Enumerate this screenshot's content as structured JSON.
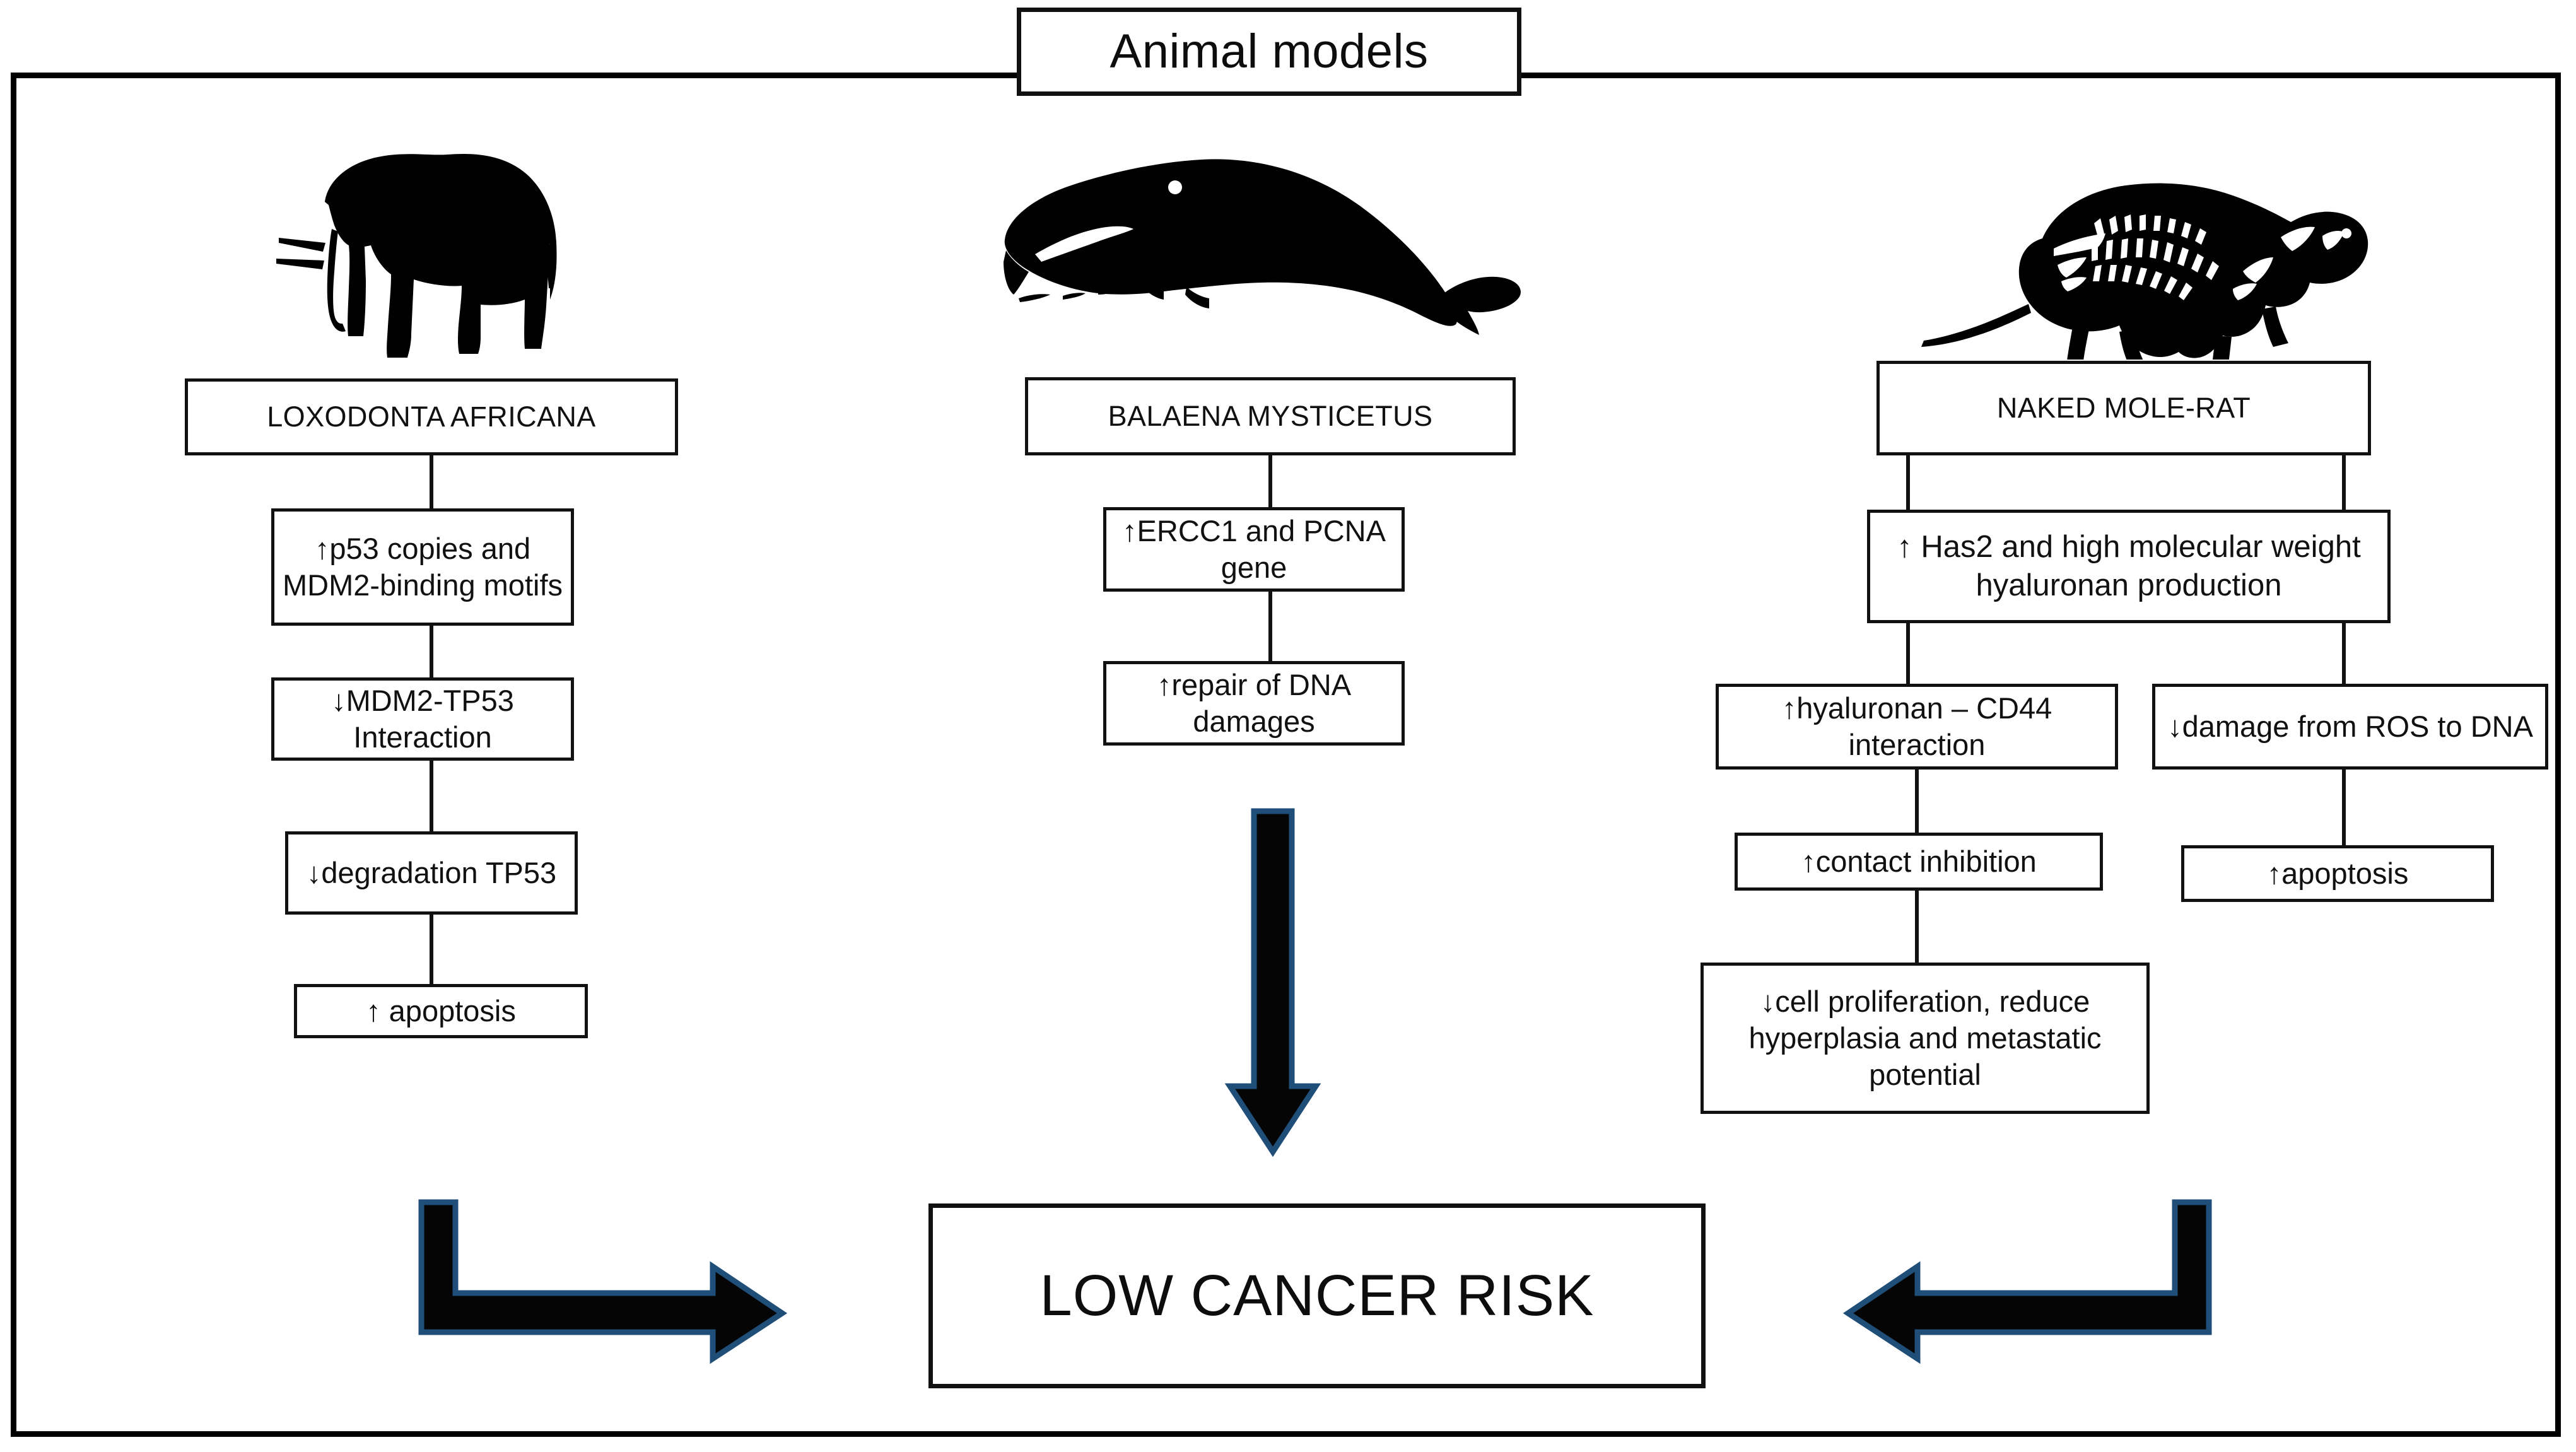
{
  "title": {
    "label": "Animal models"
  },
  "colors": {
    "ink": "#111111",
    "arrow_fill": "#050505",
    "arrow_stroke": "#1f4e79",
    "background": "#ffffff"
  },
  "columns": [
    {
      "id": "elephant",
      "species_label": "LOXODONTA AFRICANA",
      "animal_icon": "elephant-silhouette",
      "steps": [
        {
          "id": "p53",
          "text": "↑p53 copies and MDM2-binding motifs"
        },
        {
          "id": "mdm2-tp53",
          "text": "↓MDM2-TP53 Interaction"
        },
        {
          "id": "degradation",
          "text": "↓degradation TP53"
        },
        {
          "id": "apoptosis",
          "text": "↑ apoptosis"
        }
      ]
    },
    {
      "id": "whale",
      "species_label": "BALAENA MYSTICETUS",
      "animal_icon": "bowhead-whale-silhouette",
      "steps": [
        {
          "id": "ercc1",
          "text": "↑ERCC1 and PCNA gene"
        },
        {
          "id": "repair",
          "text": "↑repair of DNA damages"
        }
      ]
    },
    {
      "id": "mole-rat",
      "species_label": "NAKED MOLE-RAT",
      "animal_icon": "naked-mole-rat-illustration",
      "steps": [
        {
          "id": "has2",
          "text": "↑ Has2 and high molecular weight hyaluronan production"
        },
        {
          "id": "cd44",
          "text": "↑hyaluronan – CD44 interaction"
        },
        {
          "id": "contact",
          "text": "↑contact inhibition"
        },
        {
          "id": "proliferation",
          "text": "↓cell proliferation, reduce hyperplasia and metastatic potential"
        },
        {
          "id": "ros",
          "text": "↓damage from ROS to DNA"
        },
        {
          "id": "apoptosis",
          "text": "↑apoptosis"
        }
      ]
    }
  ],
  "outcome": {
    "label": "LOW CANCER RISK"
  },
  "arrows": {
    "left_elbow": "elbow-arrow-right",
    "center_down": "arrow-down",
    "right_elbow": "elbow-arrow-left"
  }
}
